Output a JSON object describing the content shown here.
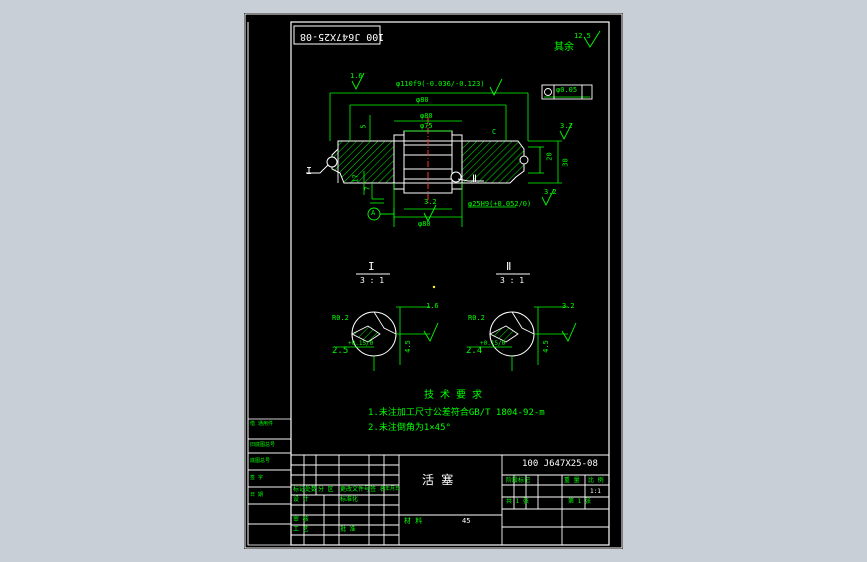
{
  "viewer": {
    "background_color": "#c8cfd6"
  },
  "drawing": {
    "line_color": "#ffffff",
    "dim_color": "#00ff00",
    "hatch_color": "#00ff00",
    "border_color": "#ffffff",
    "center_color": "#ff3333"
  },
  "header": {
    "code_flipped": "100 J647X25-08"
  },
  "surface_note": {
    "label": "其余",
    "value": "12.5"
  },
  "dims": {
    "d_top": "φ110f9(-0.036/-0.123)",
    "d_80a": "φ80",
    "d_80b": "φ80",
    "d_75": "φ75",
    "d_80c": "φ80",
    "d_bore": "φ25H9(+0.052/0)",
    "gtol": "φ0.05",
    "h_30": "30",
    "h_20": "20",
    "h_5": "5",
    "h_17": "17",
    "h_7": "7",
    "rough_16": "1.6",
    "rough_32a": "3.2",
    "rough_32b": "3.2",
    "rough_32c": "3.2",
    "datum": "A",
    "chamfer": "C",
    "ref_a": "A"
  },
  "details": {
    "I": {
      "label": "I",
      "scale": "3 : 1",
      "r": "R0.2",
      "w": "2.5",
      "tol": "+0.15/0",
      "dim": "4.5",
      "rough": "1.6"
    },
    "II": {
      "label": "Ⅱ",
      "scale": "3 : 1",
      "r": "R0.2",
      "w": "2.4",
      "tol": "+0.15/0",
      "dim": "4.5",
      "rough": "3.2"
    }
  },
  "callouts": {
    "I": "I",
    "II": "Ⅱ"
  },
  "tech": {
    "title": "技 术 要 求",
    "line1": "1.未注加工尺寸公差符合GB/T 1804-92-m",
    "line2": "2.未注倒角为1×45°"
  },
  "title_block": {
    "part_name": "活  塞",
    "drawing_no": "100 J647X25-08",
    "material_label": "材 料",
    "material": "45",
    "sheet": "共 1 张",
    "sheet2": "第 1 张",
    "scale_label": "比 例",
    "scale": "1:1",
    "weight_label": "重 量",
    "stage_label": "阶段标记",
    "design": "设 计",
    "check": "审 核",
    "std": "标准化",
    "craft": "工 艺",
    "approve": "批 准",
    "mark": "标记",
    "count": "处数",
    "zone": "分 区",
    "docno": "更改文件号",
    "sign": "签 名",
    "date": "年月日"
  },
  "side_strip": {
    "label1": "借 通用件",
    "label2": "旧底图总号",
    "label3": "底图总号",
    "label4": "签 字",
    "label5": "日 期"
  }
}
